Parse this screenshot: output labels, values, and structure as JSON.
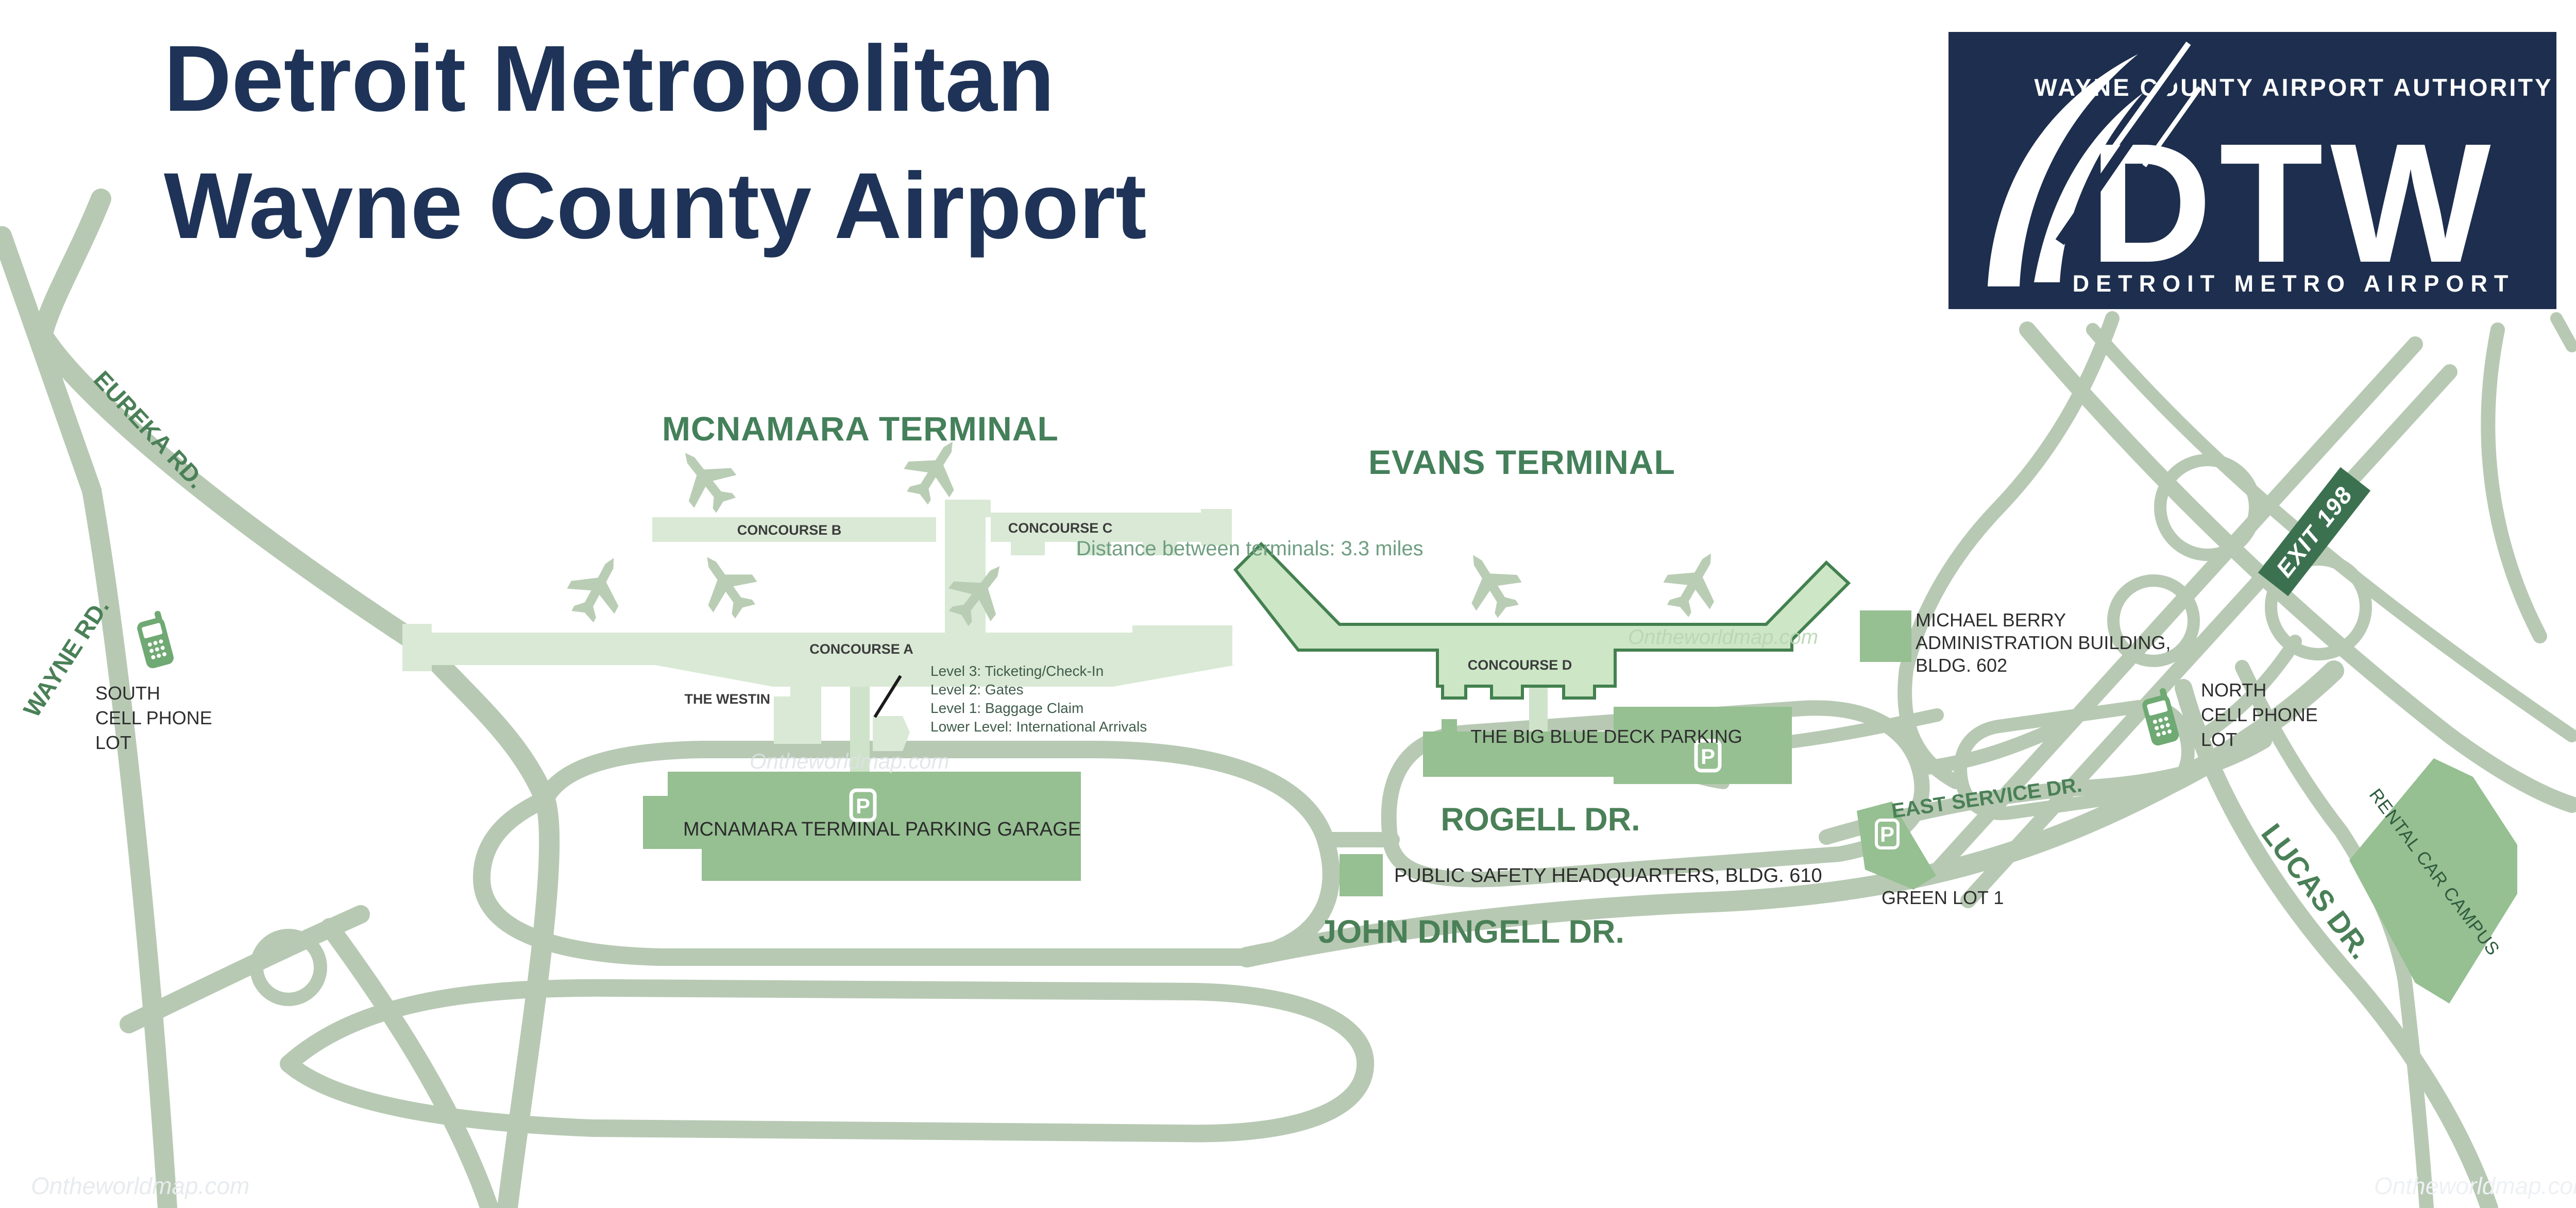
{
  "title": {
    "line1": "Detroit Metropolitan",
    "line2": "Wayne County Airport"
  },
  "logo": {
    "authority": "WAYNE COUNTY AIRPORT AUTHORITY",
    "code": "DTW",
    "tagline": "DETROIT METRO AIRPORT"
  },
  "map": {
    "terminals": {
      "mcnamara": {
        "name": "MCNAMARA TERMINAL",
        "concourse_a": "CONCOURSE A",
        "concourse_b": "CONCOURSE B",
        "concourse_c": "CONCOURSE C",
        "westin": "THE WESTIN",
        "levels": [
          "Level 3:  Ticketing/Check-In",
          "Level 2: Gates",
          "Level 1: Baggage Claim",
          "Lower Level: International Arrivals"
        ],
        "parking_garage": "MCNAMARA TERMINAL PARKING GARAGE"
      },
      "evans": {
        "name": "EVANS TERMINAL",
        "concourse_d": "CONCOURSE D",
        "parking_deck": "THE BIG BLUE DECK PARKING"
      }
    },
    "note": "Distance between terminals: 3.3 miles",
    "roads": {
      "eureka": "EUREKA RD.",
      "wayne": "WAYNE RD.",
      "rogell": "ROGELL DR.",
      "john_dingell": "JOHN DINGELL DR.",
      "east_service": "EAST SERVICE DR.",
      "lucas": "LUCAS DR."
    },
    "exit_sign": "EXIT 198",
    "lots": {
      "south_cell": {
        "line1": "SOUTH",
        "line2": "CELL PHONE",
        "line3": "LOT"
      },
      "north_cell": {
        "line1": "NORTH",
        "line2": "CELL PHONE",
        "line3": "LOT"
      },
      "green_lot": "GREEN LOT 1",
      "rental_car": "RENTAL CAR CAMPUS"
    },
    "buildings": {
      "michael_berry": {
        "line1": "MICHAEL BERRY",
        "line2": "ADMINISTRATION BUILDING,",
        "line3": "BLDG. 602"
      },
      "public_safety": "PUBLIC SAFETY HEADQUARTERS, BLDG. 610"
    },
    "parking_symbol": "P",
    "watermark": "Ontheworldmap.com"
  },
  "colors": {
    "navy": "#1d2e4e",
    "title_navy": "#1e3357",
    "road": "#b7c9b3",
    "terminal_light": "#d9e9d5",
    "evans_fill": "#cce6c6",
    "evans_stroke": "#43814f",
    "building": "#96bf92",
    "label_green": "#4a8057",
    "note_green": "#6f9e81",
    "exit_badge": "#3c7150",
    "icon_green": "#6fa973",
    "dark_text": "#2e2e2e"
  }
}
